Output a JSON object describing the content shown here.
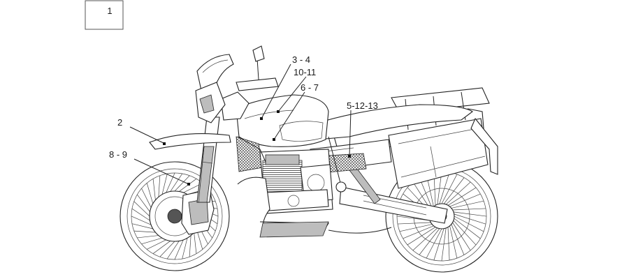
{
  "diagram": {
    "box_label": "1",
    "callouts": [
      {
        "id": "c2",
        "text": "2"
      },
      {
        "id": "c34",
        "text": "3 - 4"
      },
      {
        "id": "c1011",
        "text": "10-11"
      },
      {
        "id": "c67",
        "text": "6 - 7"
      },
      {
        "id": "c51213",
        "text": "5-12-13"
      },
      {
        "id": "c89",
        "text": "8 - 9"
      }
    ]
  }
}
